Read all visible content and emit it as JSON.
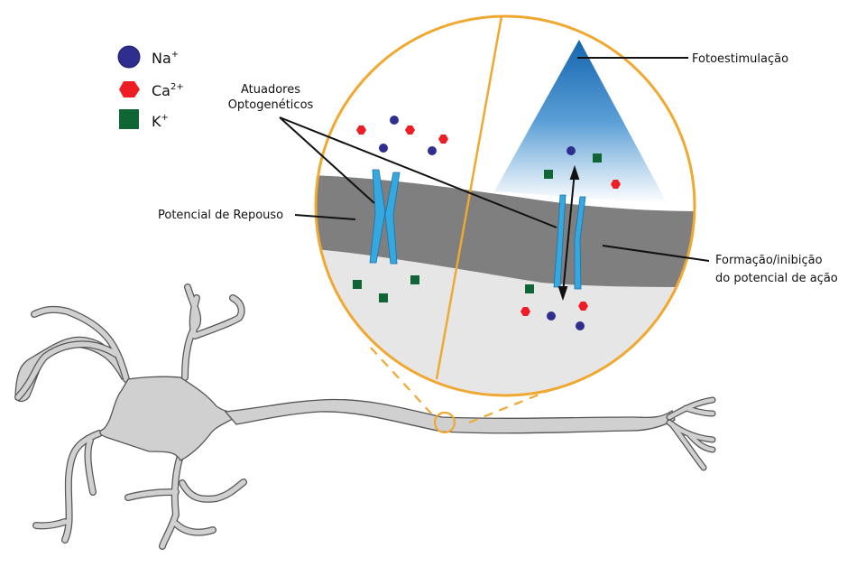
{
  "legend": {
    "items": [
      {
        "symbol": "circle",
        "ion": "Na",
        "charge": "+",
        "color": "#2e2e8f"
      },
      {
        "symbol": "hexagon",
        "ion": "Ca",
        "charge": "2+",
        "color": "#ee1c25"
      },
      {
        "symbol": "square",
        "ion": "K",
        "charge": "+",
        "color": "#0f6634"
      }
    ]
  },
  "labels": {
    "actuators_line1": "Atuadores",
    "actuators_line2": "Optogenéticos",
    "resting_potential": "Potencial de Repouso",
    "photostimulation": "Fotoestimulação",
    "action_potential_line1": "Formação/inibição",
    "action_potential_line2": "do potencial de ação"
  },
  "colors": {
    "magnifier_ring": "#f0a830",
    "membrane": "#7f7f7f",
    "intracellular": "#e6e6e6",
    "channel": "#35a8e0",
    "channel_stroke": "#1c6fa8",
    "light_top": "#1a6fb5",
    "neuron_fill": "#d0d0d0",
    "neuron_stroke": "#555555",
    "na": "#2e2e8f",
    "ca": "#ee1c25",
    "k": "#0f6634"
  }
}
